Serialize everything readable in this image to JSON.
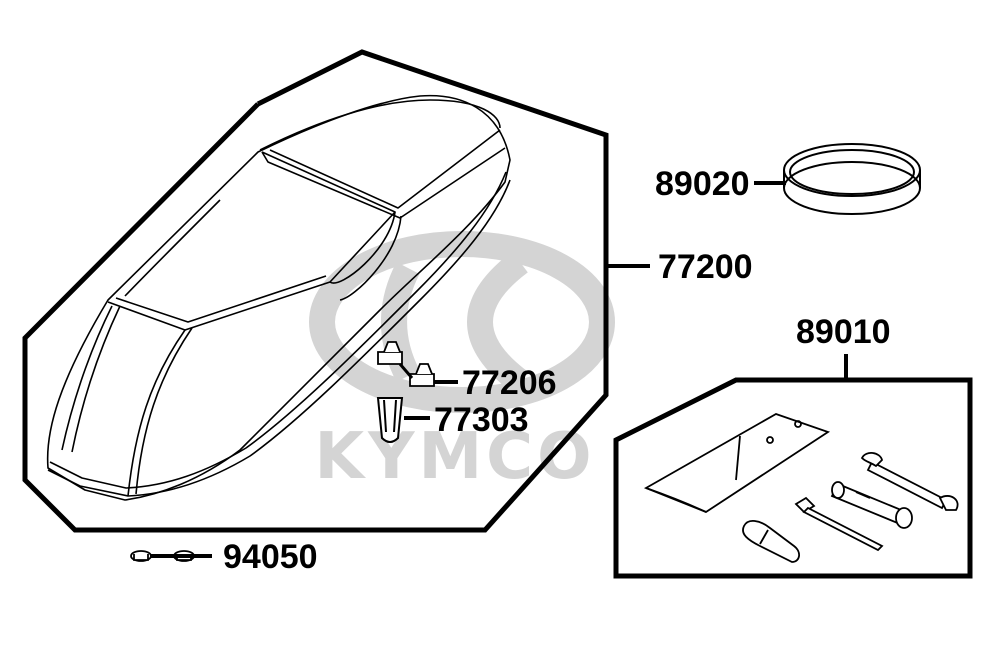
{
  "colors": {
    "ink": "#000000",
    "background": "#ffffff",
    "watermark": "#d4d4d4"
  },
  "watermark": {
    "text": "KYMCO",
    "icon": "kymco-logo-icon"
  },
  "parts": {
    "seat_assembly": "77200",
    "seat_bumper": "77206",
    "seat_clip": "77303",
    "nut": "94050",
    "tool_kit": "89010",
    "band": "89020"
  }
}
